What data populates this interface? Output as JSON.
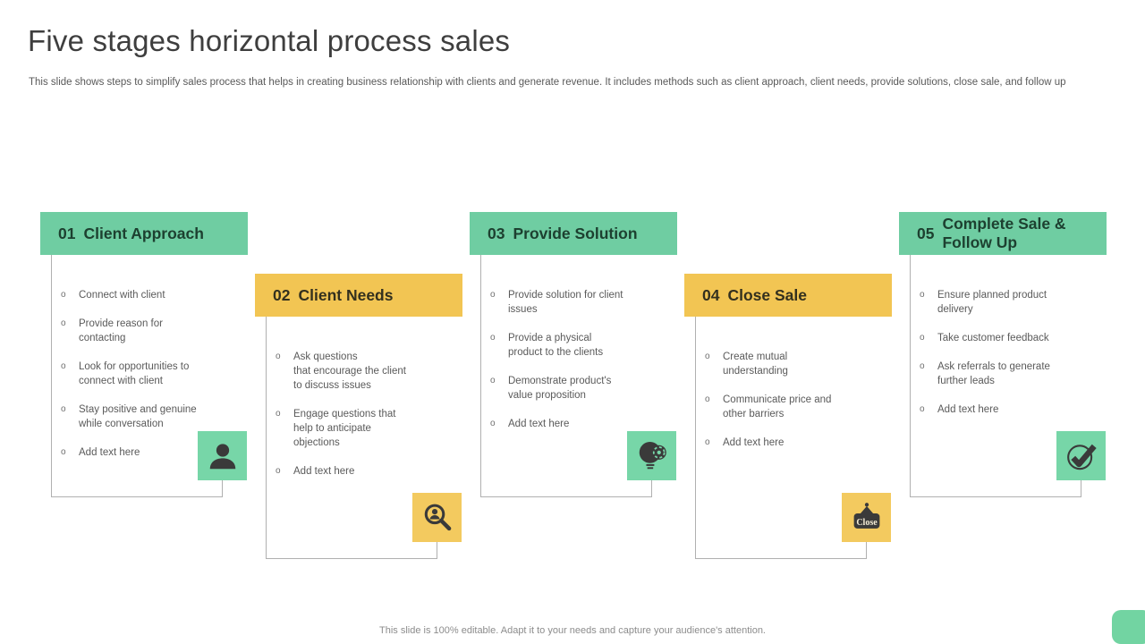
{
  "slide": {
    "title": "Five stages horizontal process sales",
    "subtitle": "This slide shows steps to simplify sales process that helps in creating business relationship with clients and generate revenue. It includes methods such as client approach, client needs, provide solutions, close sale, and follow up",
    "footer": "This slide is 100% editable. Adapt it to your needs and capture your audience's attention."
  },
  "theme": {
    "green": "#6FCDA2",
    "green_tile": "#77D6A8",
    "green_header_text": "#1D4030",
    "yellow": "#F2C553",
    "yellow_tile": "#F3CA5F",
    "yellow_header_text": "#33301E",
    "icon_dark": "#3A3A3A",
    "border_gray": "#B0B0B0",
    "corner_accent": "#72D4A2"
  },
  "list_style": {
    "marker": "o"
  },
  "cards": [
    {
      "number": "01",
      "title": "Client Approach",
      "color": "green",
      "icon": "person-icon",
      "bullets": [
        "Connect with client",
        "Provide reason for\ncontacting",
        "Look for opportunities to\nconnect with client",
        "Stay positive and genuine\nwhile conversation",
        "Add text here"
      ]
    },
    {
      "number": "02",
      "title": "Client Needs",
      "color": "yellow",
      "icon": "magnifier-user-icon",
      "bullets": [
        "Ask questions\nthat encourage the client\nto discuss issues",
        "Engage questions that\nhelp to anticipate\nobjections",
        "Add text here"
      ]
    },
    {
      "number": "03",
      "title": "Provide Solution",
      "color": "green",
      "icon": "bulb-gear-icon",
      "bullets": [
        "Provide solution for client\nissues",
        "Provide a physical\nproduct to the clients",
        "Demonstrate product's\nvalue proposition",
        "Add text here"
      ]
    },
    {
      "number": "04",
      "title": "Close Sale",
      "color": "yellow",
      "icon": "close-tag-icon",
      "icon_label": "Close",
      "bullets": [
        "Create mutual\nunderstanding",
        "Communicate price and\nother barriers",
        "Add text here"
      ]
    },
    {
      "number": "05",
      "title": "Complete Sale & Follow Up",
      "color": "green",
      "icon": "check-circle-icon",
      "bullets": [
        "Ensure planned product\ndelivery",
        "Take customer feedback",
        "Ask referrals to generate\nfurther leads",
        "Add text here"
      ]
    }
  ]
}
